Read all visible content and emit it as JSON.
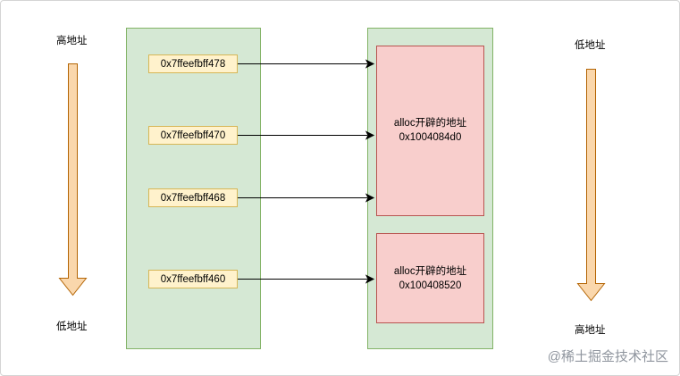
{
  "left_axis": {
    "top_label": "高地址",
    "bottom_label": "低地址"
  },
  "right_axis": {
    "top_label": "低地址",
    "bottom_label": "高地址"
  },
  "stack_addresses": [
    "0x7ffeefbff478",
    "0x7ffeefbff470",
    "0x7ffeefbff468",
    "0x7ffeefbff460"
  ],
  "heap_blocks": [
    {
      "line1": "alloc开辟的地址",
      "line2": "0x1004084d0"
    },
    {
      "line1": "alloc开辟的地址",
      "line2": "0x100408520"
    }
  ],
  "watermark": "@稀土掘金技术社区",
  "colors": {
    "panel_fill": "#d5e8d4",
    "panel_stroke": "#82b366",
    "address_fill": "#fff2cc",
    "address_stroke": "#d6b656",
    "heap_fill": "#f8cecc",
    "heap_stroke": "#b85450",
    "arrow_fill": "#fad7ac",
    "arrow_stroke": "#b46504"
  }
}
